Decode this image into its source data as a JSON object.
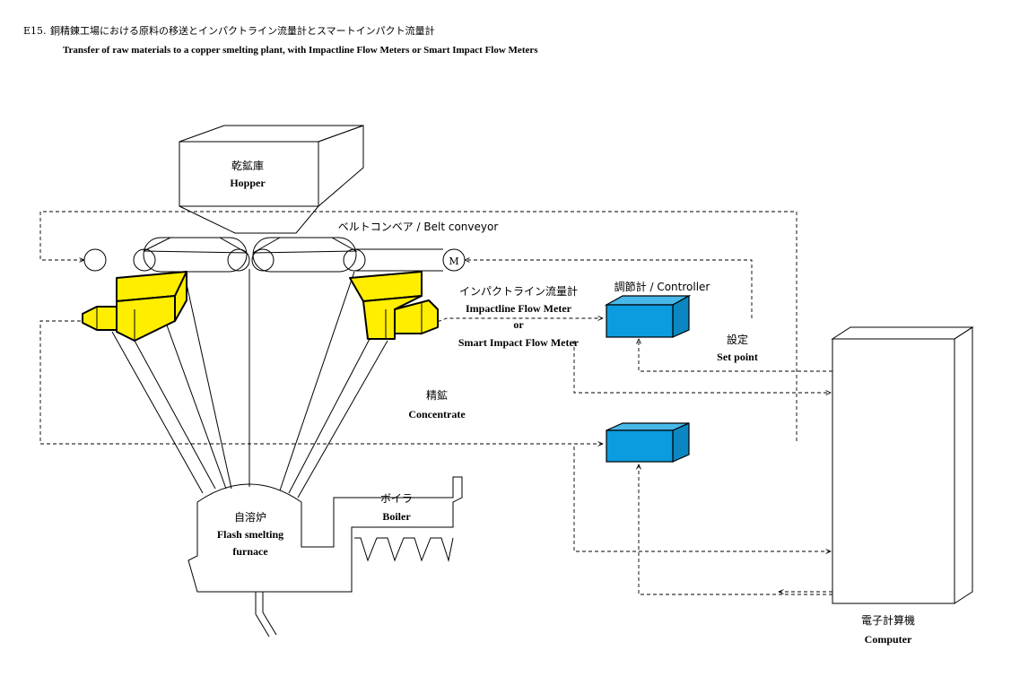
{
  "header": {
    "code": "E15.",
    "title_jp": "銅精錬工場における原料の移送とインパクトライン流量計とスマートインパクト流量計",
    "title_en": "Transfer of raw materials to a copper smelting plant, with Impactline Flow Meters or Smart Impact Flow Meters"
  },
  "hopper": {
    "jp": "乾鉱庫",
    "en": "Hopper"
  },
  "belt_conveyor": {
    "label": "ベルトコンベア / Belt conveyor"
  },
  "motor": {
    "symbol": "M"
  },
  "flow_meter": {
    "jp": "インパクトライン流量計",
    "en1": "Impactline Flow Meter",
    "or": "or",
    "en2": "Smart Impact Flow Meter"
  },
  "controller": {
    "label": "調節計 / Controller"
  },
  "set_point": {
    "jp": "設定",
    "en": "Set point"
  },
  "concentrate": {
    "jp": "精鉱",
    "en": "Concentrate"
  },
  "furnace": {
    "jp": "自溶炉",
    "en1": "Flash smelting",
    "en2": "furnace"
  },
  "boiler": {
    "jp": "ボイラ",
    "en": "Boiler"
  },
  "computer": {
    "jp": "電子計算機",
    "en": "Computer"
  },
  "colors": {
    "meter": "#ffee00",
    "controller": "#0a9cde"
  }
}
